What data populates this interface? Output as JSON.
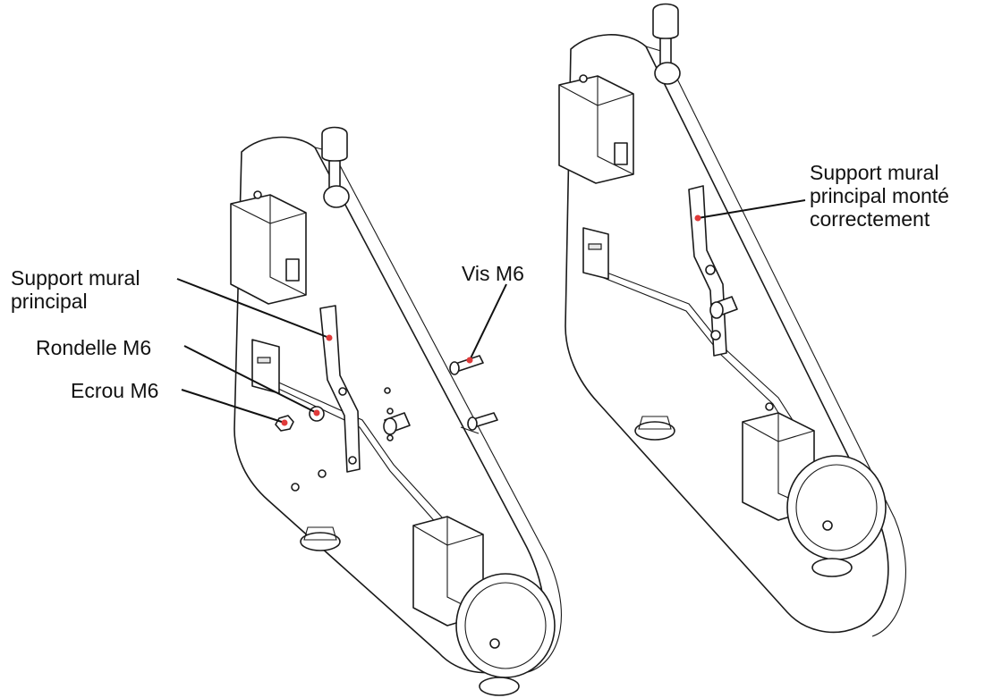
{
  "callouts": {
    "support_mural": "Support mural\nprincipal",
    "rondelle": "Rondelle M6",
    "ecrou": "Ecrou M6",
    "vis": "Vis M6",
    "support_monte": "Support mural\nprincipal monté\ncorrectement"
  },
  "colors": {
    "line": "#111111",
    "marker": "#e03a3a",
    "background": "#ffffff"
  }
}
